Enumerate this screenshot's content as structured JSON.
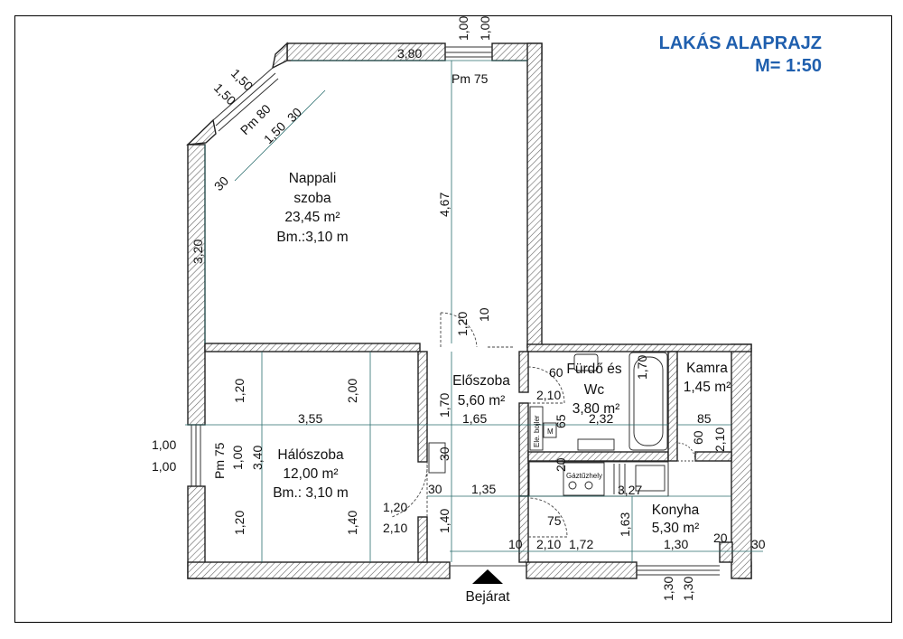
{
  "title": {
    "line1": "LAKÁS ALAPRAJZ",
    "line2": "M= 1:50"
  },
  "rooms": {
    "nappali": {
      "name1": "Nappali",
      "name2": "szoba",
      "area": "23,45 m²",
      "height": "Bm.:3,10 m"
    },
    "haloszoba": {
      "name": "Hálószoba",
      "area": "12,00 m²",
      "height": "Bm.: 3,10 m"
    },
    "eloszoba": {
      "name": "Előszoba",
      "area": "5,60 m²"
    },
    "furdo": {
      "name1": "Fürdő és",
      "name2": "Wc",
      "area": "3,80 m²"
    },
    "kamra": {
      "name": "Kamra",
      "area": "1,45 m²"
    },
    "konyha": {
      "name": "Konyha",
      "area": "5,30 m²"
    }
  },
  "entrance": "Bejárat",
  "fixtures": {
    "boiler": "Ele. bojler",
    "stove": "Gáztűzhely",
    "meter": "M"
  },
  "dims": {
    "d380": "3,80",
    "d100": "1,00",
    "pm75": "Pm 75",
    "pm80": "Pm 80",
    "d150": "1,50",
    "d30": "30",
    "d320": "3,20",
    "d467": "4,67",
    "d120": "1,20",
    "d10": "10",
    "d200": "2,00",
    "d355": "3,55",
    "d340": "3,40",
    "d170": "1,70",
    "d165": "1,65",
    "d140": "1,40",
    "d135": "1,35",
    "d210": "2,10",
    "d60": "60",
    "d65": "65",
    "d20": "20",
    "d232": "2,32",
    "d327": "3,27",
    "d163": "1,63",
    "d75": "75",
    "d172": "1,72",
    "d130": "1,30",
    "d85": "85"
  }
}
